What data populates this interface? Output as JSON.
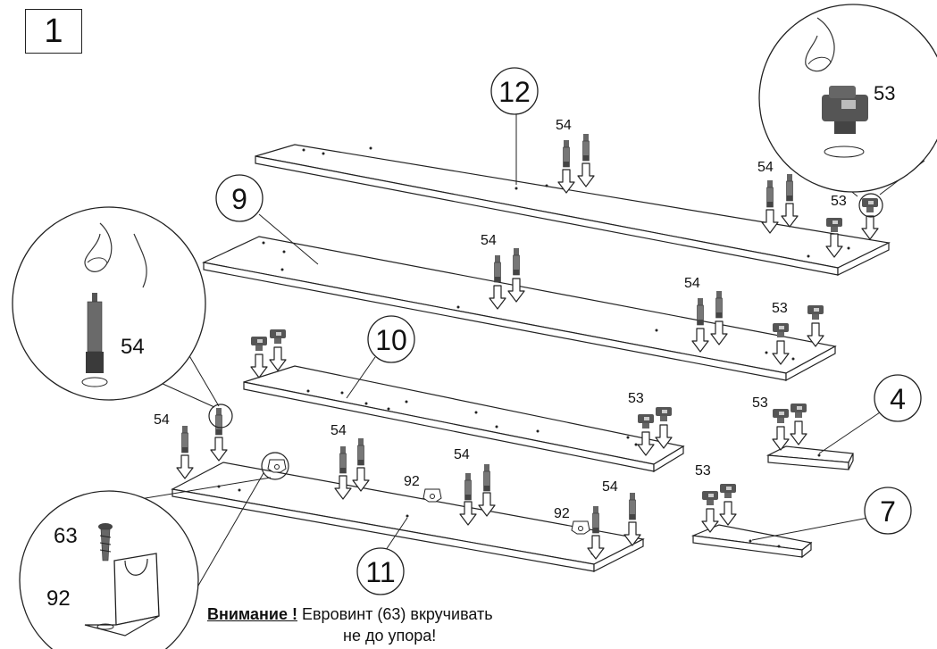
{
  "step": "1",
  "parts": {
    "p12": "12",
    "p9": "9",
    "p10": "10",
    "p11": "11",
    "p4": "4",
    "p7": "7"
  },
  "hardware": {
    "dowel": "54",
    "cam": "53",
    "screw": "63",
    "bracket": "92"
  },
  "note": {
    "warning": "Внимание !",
    "line1": "Евровинт (63) вкручивать",
    "line2": "не до упора!"
  },
  "colors": {
    "line": "#222222",
    "metal": "#555555",
    "panel": "#ffffff"
  }
}
